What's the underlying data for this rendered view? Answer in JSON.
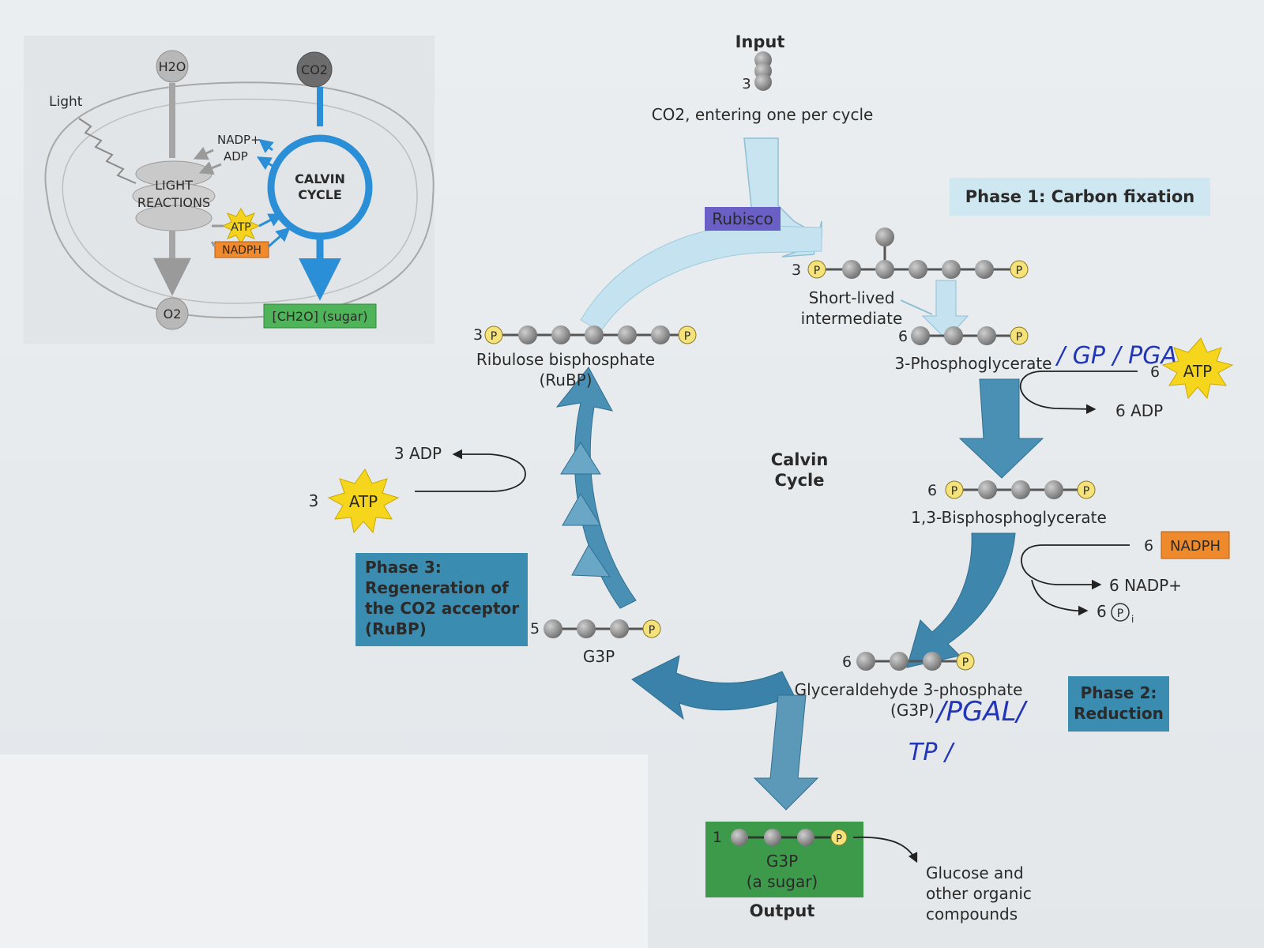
{
  "inset": {
    "h2o": "H2O",
    "co2": "CO2",
    "light": "Light",
    "nadp": "NADP+",
    "adp": "ADP",
    "light_reactions_1": "LIGHT",
    "light_reactions_2": "REACTIONS",
    "calvin_1": "CALVIN",
    "calvin_2": "CYCLE",
    "atp": "ATP",
    "nadph": "NADPH",
    "o2": "O2",
    "sugar": "[CH2O] (sugar)"
  },
  "input": {
    "title": "Input",
    "count": "3",
    "caption": "CO2, entering one per cycle"
  },
  "rubisco": "Rubisco",
  "phase1": "Phase 1: Carbon fixation",
  "phase2": [
    "Phase 2:",
    "Reduction"
  ],
  "phase3": [
    "Phase 3:",
    "Regeneration of",
    "the CO2 acceptor",
    "(RuBP)"
  ],
  "center": [
    "Calvin",
    "Cycle"
  ],
  "intermediate": {
    "count": "3",
    "label_1": "Short-lived",
    "label_2": "intermediate"
  },
  "pga": {
    "count": "6",
    "label": "3-Phosphoglycerate"
  },
  "atp_in_right": {
    "count": "6",
    "label": "ATP"
  },
  "adp_out_right": "6 ADP",
  "bpg": {
    "count": "6",
    "label": "1,3-Bisphosphoglycerate"
  },
  "nadph_in": {
    "count": "6",
    "label": "NADPH"
  },
  "nadp_out": "6 NADP+",
  "pi_out": {
    "count": "6",
    "symbol": "P",
    "sub": "i"
  },
  "g3p_main": {
    "count": "6",
    "label": "Glyceraldehyde 3-phosphate",
    "abbr": "(G3P)"
  },
  "g3p_recycle": {
    "count": "5",
    "label": "G3P"
  },
  "output": {
    "count": "1",
    "label_1": "G3P",
    "label_2": "(a sugar)",
    "title": "Output"
  },
  "glucose": [
    "Glucose and",
    "other organic",
    "compounds"
  ],
  "rubp": {
    "count": "3",
    "label_1": "Ribulose bisphosphate",
    "label_2": "(RuBP)"
  },
  "atp_left": {
    "count": "3",
    "label": "ATP"
  },
  "adp_left": "3 ADP",
  "phosphate_symbol": "P",
  "handwritten": {
    "pga": "/ GP / PGA",
    "pgal": "/PGAL/",
    "tp": "TP /"
  },
  "colors": {
    "arrow_blue": "#2f7ea6",
    "arrow_light": "#bfe0ee",
    "phase_box": "#3a8cb0",
    "phase1_box": "#cde7f2",
    "rubisco": "#6a5fc4",
    "output_box": "#3d9a4a",
    "atp_star": "#f4d21e",
    "nadph_box": "#e5852b",
    "carbon": "#8c8c8c",
    "phosphate": "#f5e27a"
  }
}
